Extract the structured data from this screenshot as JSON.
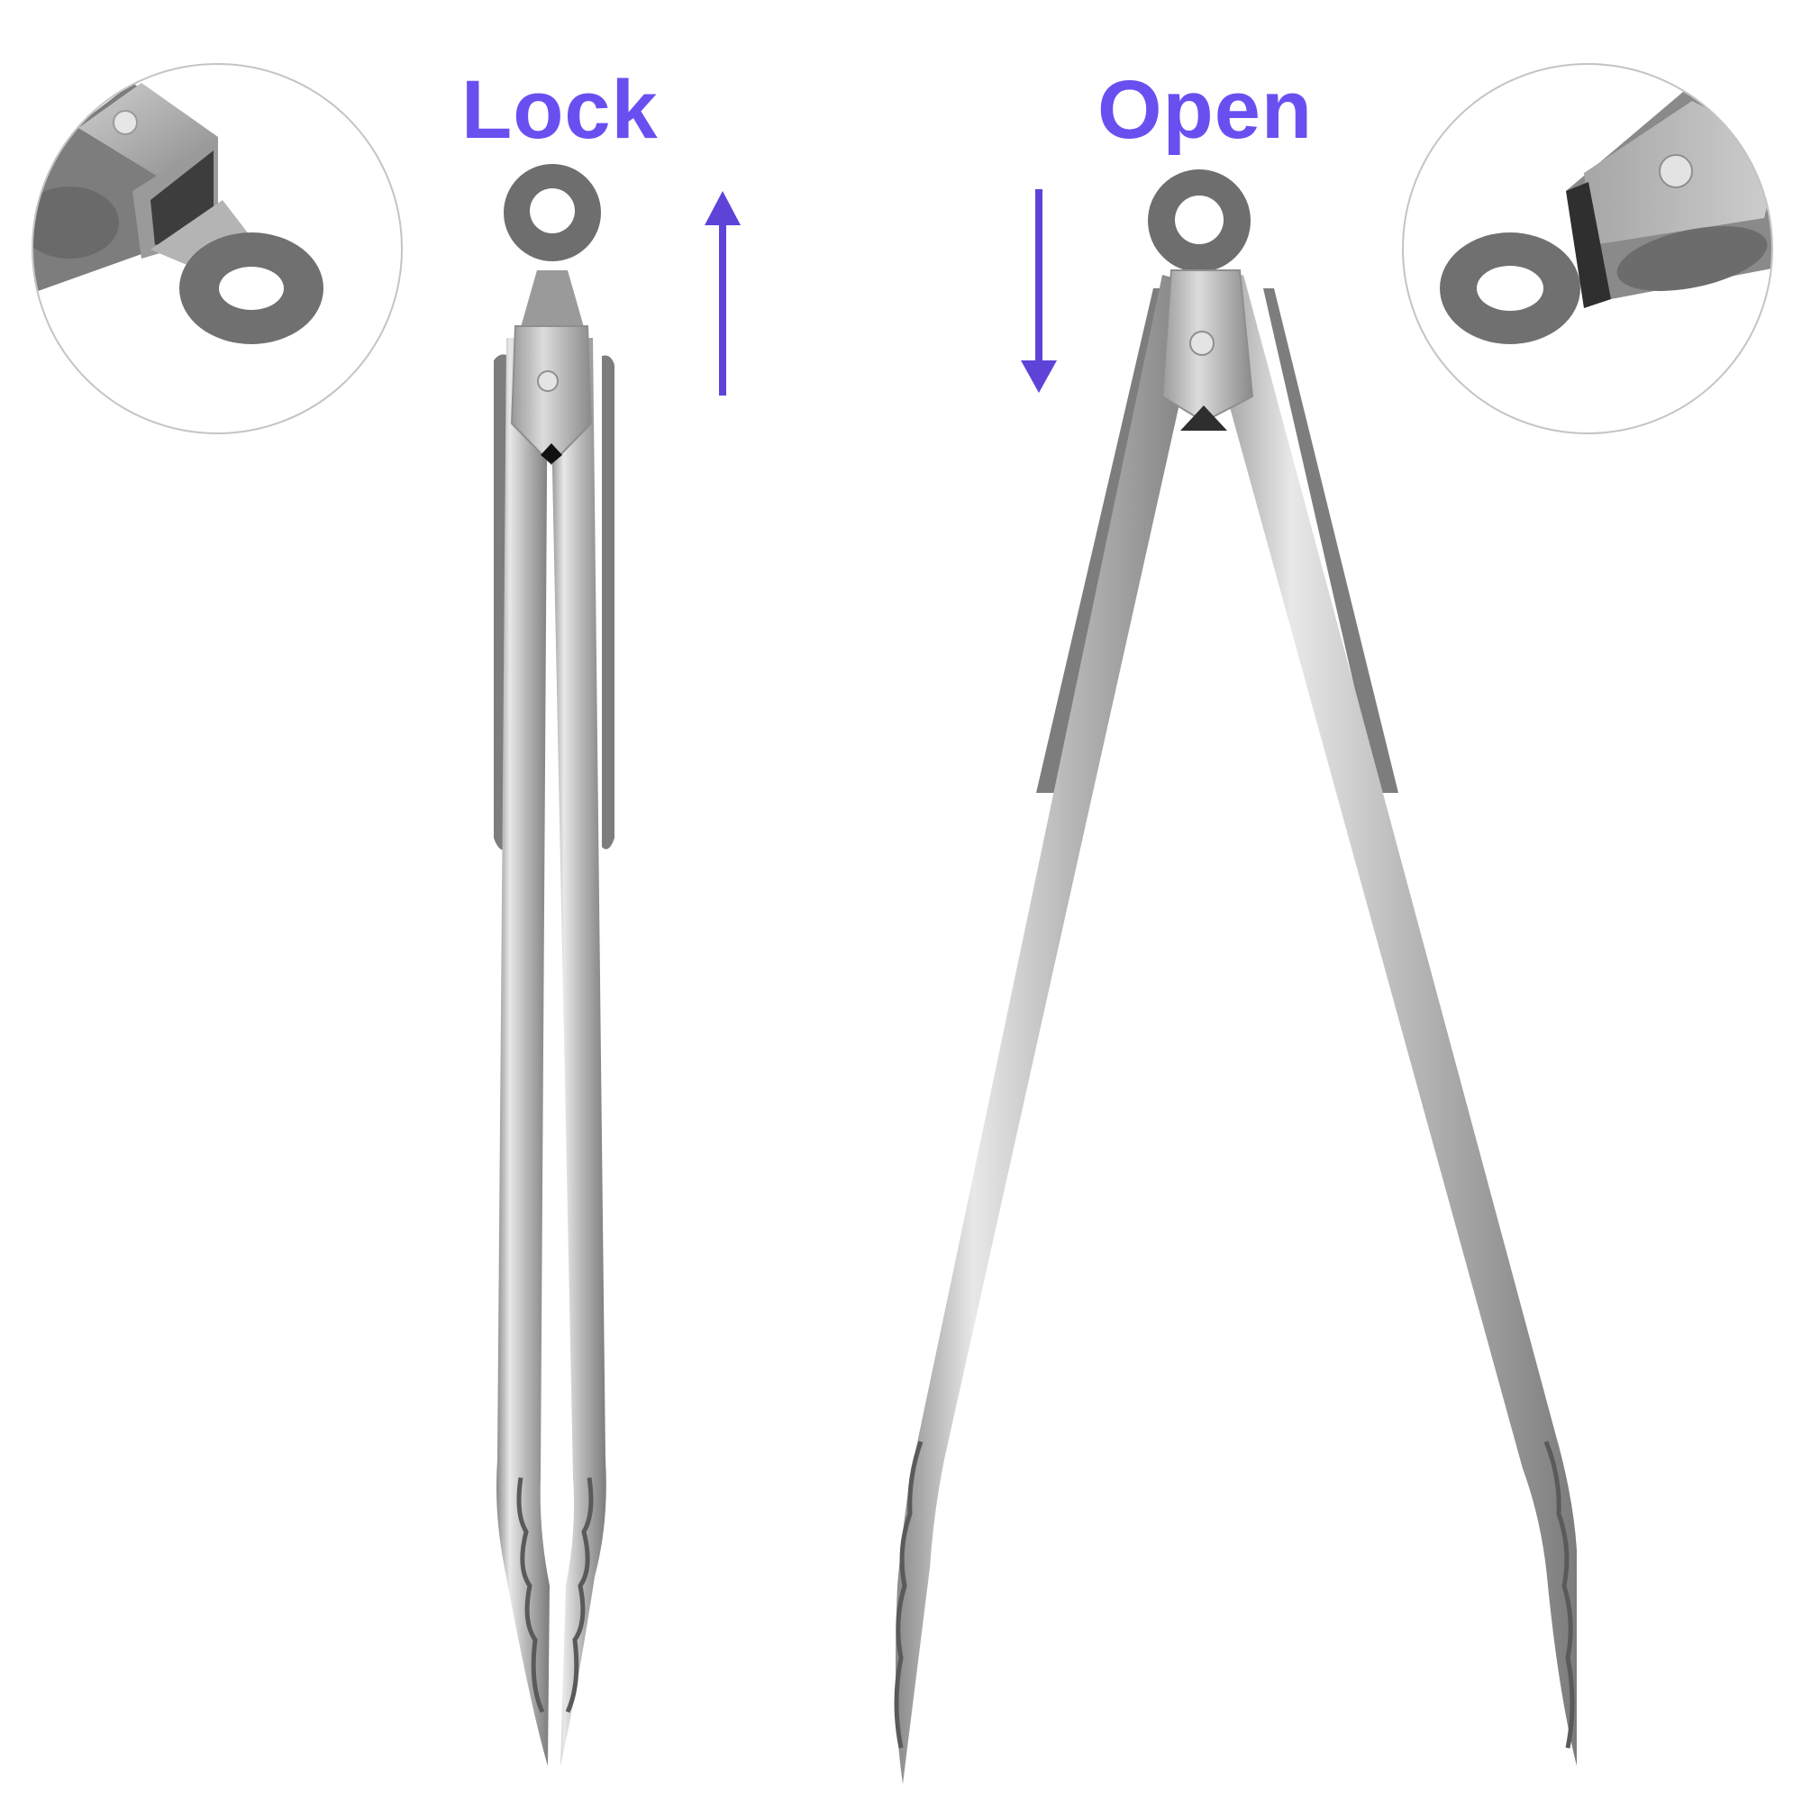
{
  "labels": {
    "lock": "Lock",
    "open": "Open"
  },
  "colors": {
    "accent": "#6a4ff0",
    "arrow": "#5f43d8",
    "steel_light": "#d9d9d9",
    "steel_mid": "#a9a9a9",
    "steel_dark": "#7a7a7a",
    "silicone": "#6e6e6e",
    "inset_border": "#c4c4c4",
    "background": "#ffffff"
  },
  "figures": [
    {
      "id": "tongs-locked",
      "state": "Lock",
      "arrow_direction": "up"
    },
    {
      "id": "tongs-open",
      "state": "Open",
      "arrow_direction": "down"
    }
  ],
  "insets": [
    {
      "id": "inset-lock-detail",
      "shows": "pull-ring extended, locked"
    },
    {
      "id": "inset-open-detail",
      "shows": "pull-ring retracted, open"
    }
  ]
}
